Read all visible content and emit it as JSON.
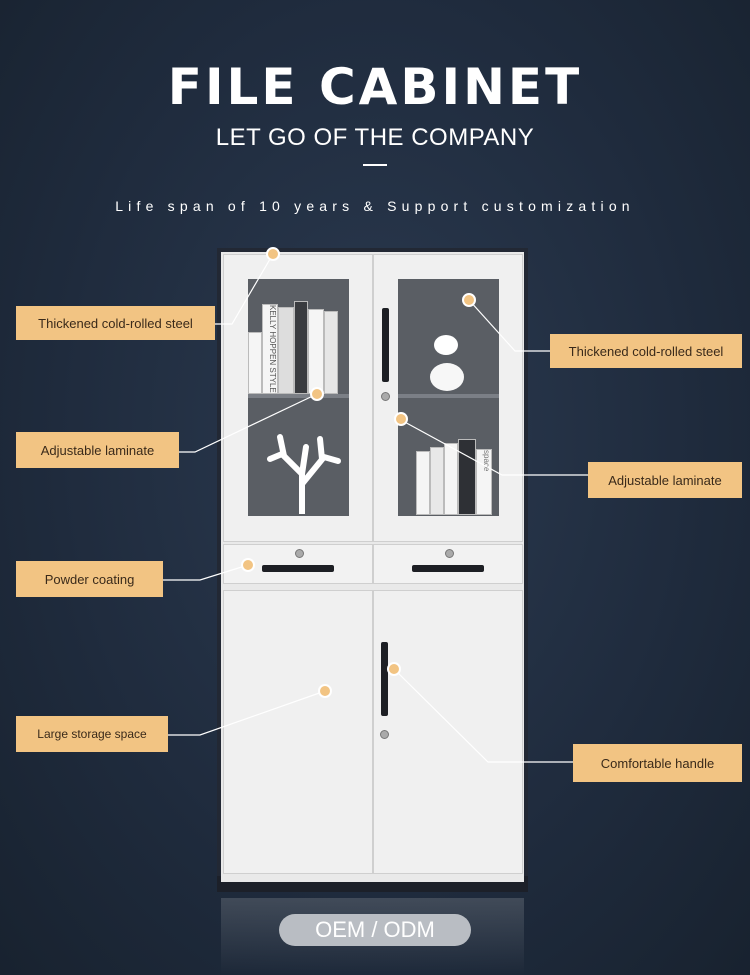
{
  "header": {
    "title": "FILE CABINET",
    "subtitle": "LET GO OF THE COMPANY",
    "tagline": "Life span of 10 years & Support customization"
  },
  "labels": {
    "thick_left": "Thickened cold-rolled steel",
    "adj_left": "Adjustable laminate",
    "powder": "Powder coating",
    "storage": "Large storage space",
    "thick_right": "Thickened cold-rolled steel",
    "adj_right": "Adjustable laminate",
    "handle": "Comfortable handle"
  },
  "footer": {
    "badge": "OEM / ODM"
  },
  "books": {
    "left_spine": "KELLY HOPPEN STYLE",
    "right_spine": "space"
  },
  "colors": {
    "background": "#1f2b3d",
    "label": "#f2c483",
    "cabinet": "#e9e9e9"
  }
}
